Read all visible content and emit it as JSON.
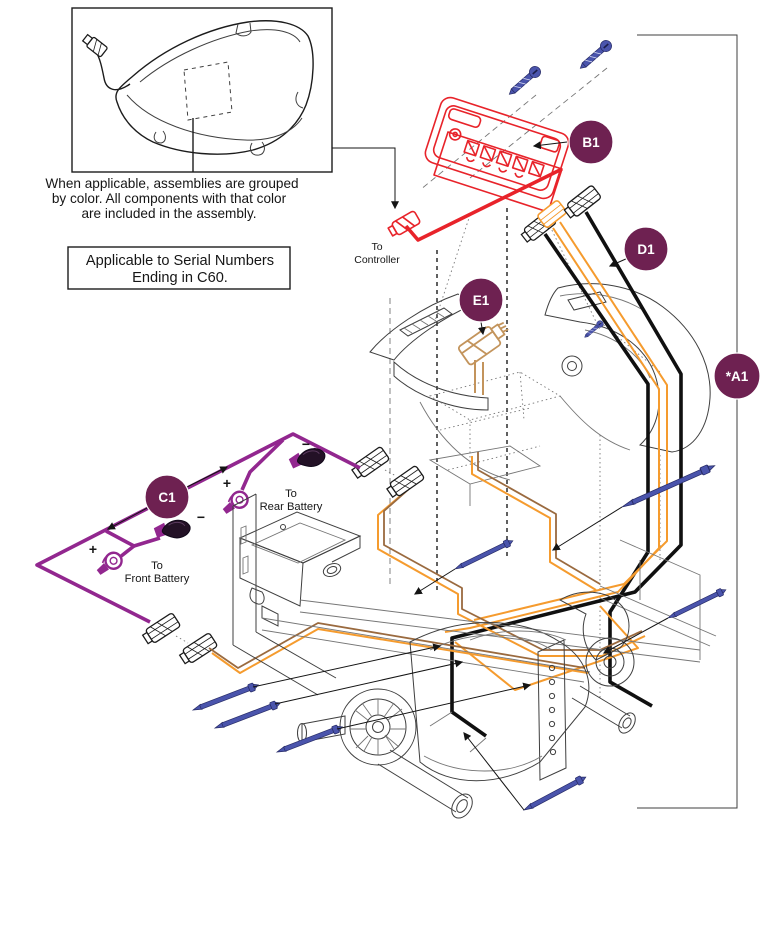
{
  "note_lines": [
    "When applicable, assemblies are grouped",
    "by color. All components with that color",
    "are included in the assembly."
  ],
  "serial_lines": [
    "Applicable to Serial Numbers",
    "Ending in C60."
  ],
  "labels": {
    "to_controller_1": "To",
    "to_controller_2": "Controller",
    "to_rear_1": "To",
    "to_rear_2": "Rear Battery",
    "to_front_1": "To",
    "to_front_2": "Front Battery",
    "plus": "+",
    "minus": "−"
  },
  "callouts": {
    "a1": "*A1",
    "b1": "B1",
    "c1": "C1",
    "d1": "D1",
    "e1": "E1"
  },
  "colors": {
    "badge": "#6e2151",
    "red": "#e8232a",
    "orange": "#f59b2e",
    "brown": "#9a6a3f",
    "tan": "#c3945c",
    "purple": "#92278f",
    "blue": "#4a54ac"
  }
}
